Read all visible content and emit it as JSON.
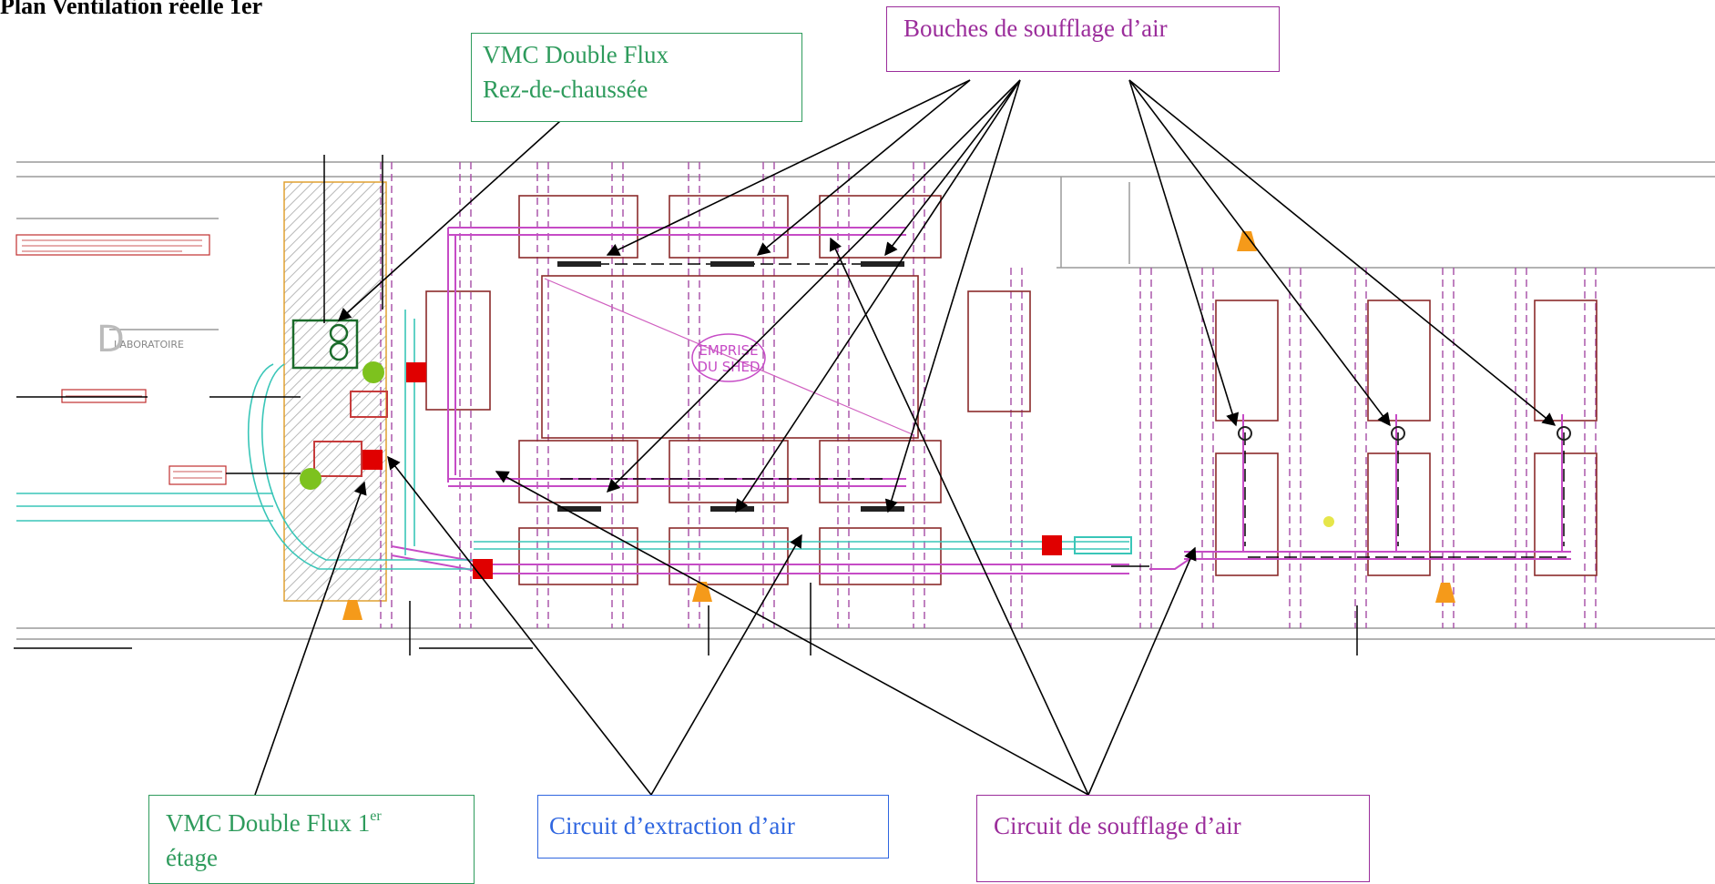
{
  "title": "Plan Ventilation réelle 1er",
  "callouts": {
    "vmc_rdc": {
      "line1": "VMC Double Flux",
      "line2": "Rez-de-chaussée"
    },
    "bouches": "Bouches de soufflage d’air",
    "vmc_1er": {
      "prefix": "VMC Double Flux 1",
      "sup": "er",
      "line2": "étage"
    },
    "extraction": "Circuit d’extraction d’air",
    "soufflage": "Circuit de soufflage d’air"
  },
  "plan_labels": {
    "laboratoire": "LABORATOIRE",
    "emprise": "EMPRISE",
    "du_shed": "DU SHED"
  },
  "colors": {
    "green_box": "#2e9b5c",
    "blue_box": "#2f66e0",
    "purple_box": "#9b2d9b",
    "duct_magenta": "#c64bc6",
    "duct_cyan": "#39c6b8",
    "room_brown": "#8b2b2b",
    "red_marker": "#e00000",
    "green_marker": "#7dc21e",
    "orange_marker": "#f59a1a"
  }
}
